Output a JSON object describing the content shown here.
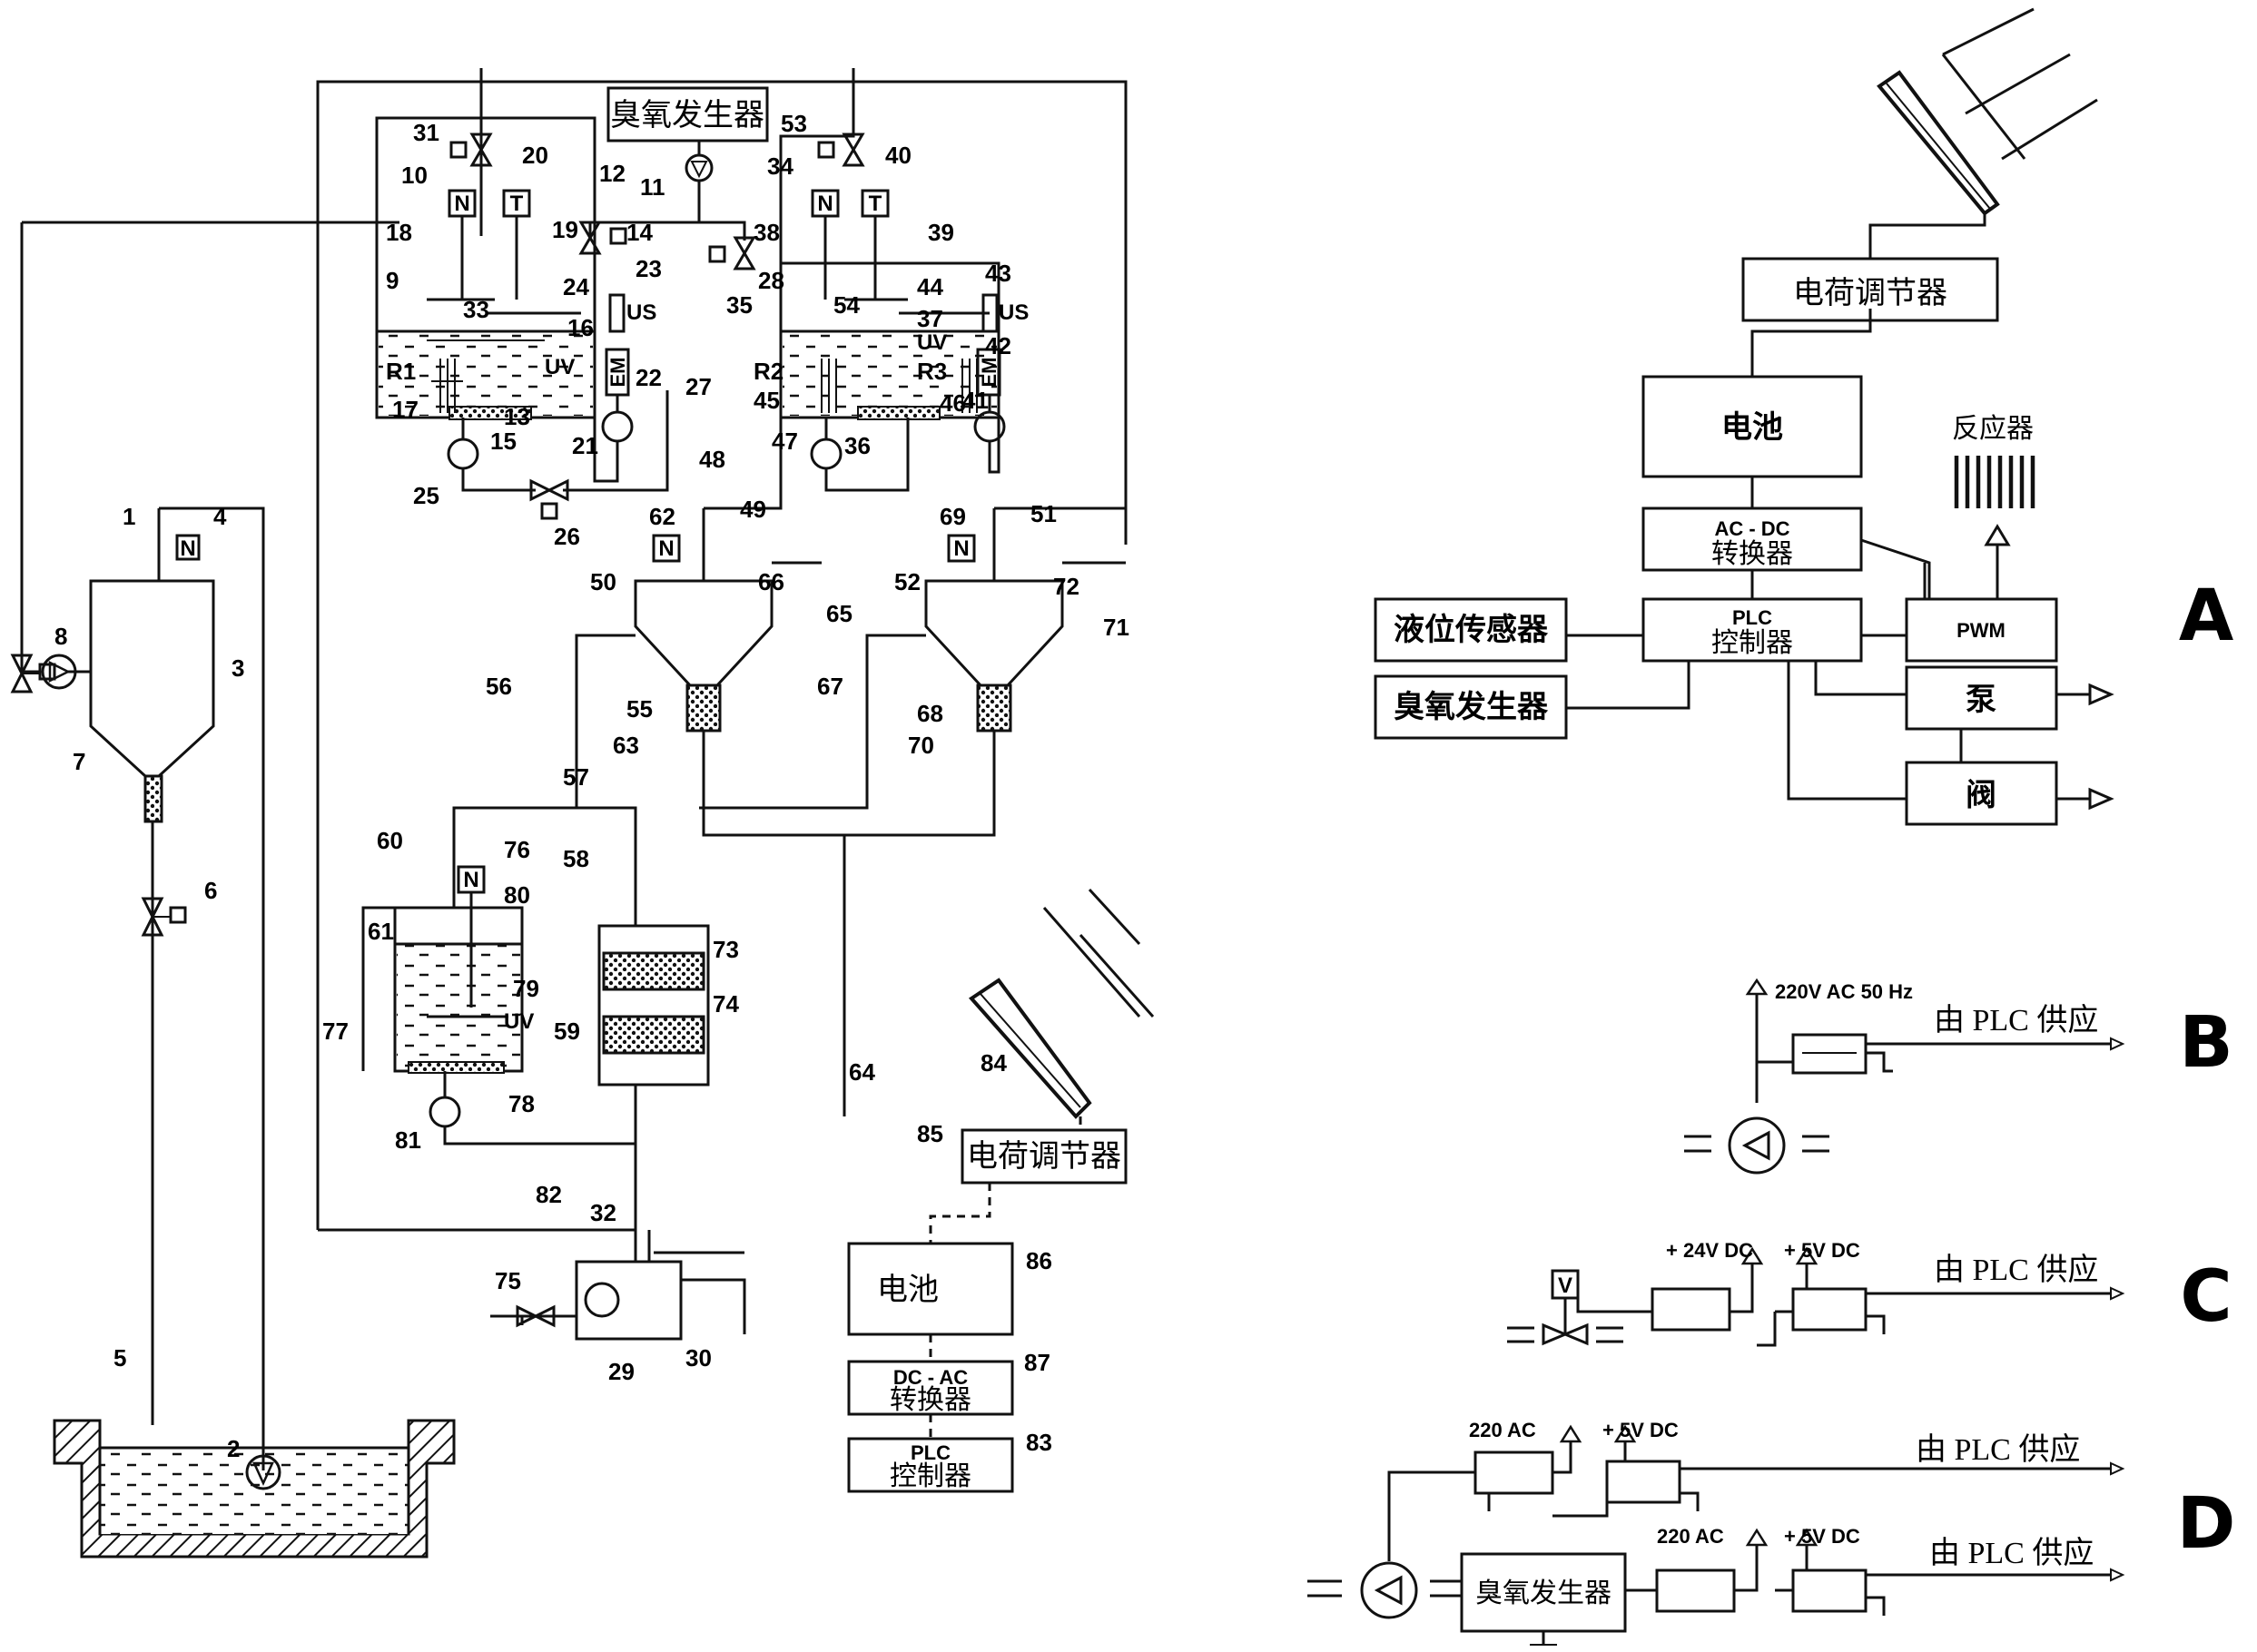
{
  "diagram": {
    "ozone_generator": "臭氧发生器",
    "charge_controller": "电荷调节器",
    "battery": "电池",
    "dc_ac_l1": "DC - AC",
    "dc_ac_l2": "转换器",
    "plc_l1": "PLC",
    "plc_l2": "控制器",
    "uv": "UV",
    "us": "US",
    "em": "EM",
    "n": "N",
    "t": "T",
    "v": "V",
    "part_numbers": [
      "1",
      "2",
      "3",
      "4",
      "5",
      "6",
      "7",
      "8",
      "9",
      "10",
      "11",
      "12",
      "13",
      "14",
      "15",
      "16",
      "17",
      "18",
      "19",
      "20",
      "21",
      "22",
      "23",
      "24",
      "25",
      "26",
      "27",
      "28",
      "29",
      "30",
      "31",
      "32",
      "33",
      "34",
      "35",
      "36",
      "37",
      "38",
      "39",
      "40",
      "41",
      "42",
      "43",
      "44",
      "45",
      "46",
      "47",
      "48",
      "49",
      "50",
      "51",
      "52",
      "53",
      "54",
      "55",
      "56",
      "57",
      "58",
      "59",
      "60",
      "61",
      "62",
      "63",
      "64",
      "65",
      "66",
      "67",
      "68",
      "69",
      "70",
      "71",
      "72",
      "73",
      "74",
      "75",
      "76",
      "77",
      "78",
      "79",
      "80",
      "81",
      "82",
      "83",
      "84",
      "85",
      "86",
      "87",
      "R1",
      "R2",
      "R3"
    ]
  },
  "panel_a": {
    "letter": "A",
    "charge_controller": "电荷调节器",
    "battery": "电池",
    "reactor": "反应器",
    "ac_dc_l1": "AC - DC",
    "ac_dc_l2": "转换器",
    "plc_l1": "PLC",
    "plc_l2": "控制器",
    "pwm": "PWM",
    "level_sensor": "液位传感器",
    "ozone_generator": "臭氧发生器",
    "pump": "泵",
    "valve": "阀"
  },
  "panel_b": {
    "letter": "B",
    "supply": "220V AC 50 Hz",
    "plc": "由 PLC 供应"
  },
  "panel_c": {
    "letter": "C",
    "v24": "+ 24V DC",
    "v5": "+ 5V DC",
    "plc": "由 PLC 供应"
  },
  "panel_d": {
    "letter": "D",
    "ac1": "220 AC",
    "v5a": "+ 5V DC",
    "plc1": "由 PLC 供应",
    "ac2": "220 AC",
    "v5b": "+ 5V DC",
    "plc2": "由 PLC 供应",
    "ozone_generator": "臭氧发生器"
  }
}
